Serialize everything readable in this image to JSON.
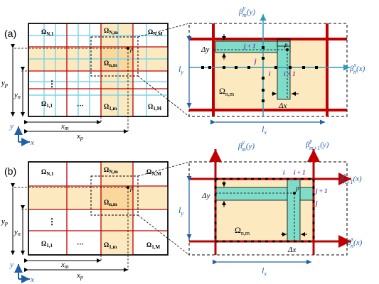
{
  "panel_a": {
    "label": "(a)",
    "cells": {
      "top_left": "Ω",
      "top_left_sub": "N,1",
      "top_mid": "Ω",
      "top_mid_sub": "N,m",
      "top_right": "Ω",
      "top_right_sub": "N,M",
      "center": "Ω",
      "center_sub": "n,m",
      "bot_left": "Ω",
      "bot_left_sub": "1,1",
      "bot_mid": "Ω",
      "bot_mid_sub": "1,m",
      "bot_right": "Ω",
      "bot_right_sub": "1,M",
      "hdots": "···",
      "vdots": "⋮",
      "point": "p"
    },
    "dims": {
      "yp": "y",
      "yp_sub": "p",
      "yn": "y",
      "yn_sub": "n",
      "xm": "x",
      "xm_sub": "m",
      "xp": "x",
      "xp_sub": "p"
    },
    "axes": {
      "y": "y",
      "x": "x"
    },
    "zoom": {
      "beta_m_y": "β",
      "beta_m_y_sub": "m",
      "beta_m_y_sup": "y",
      "beta_m_y_arg": "(y)",
      "beta_n_x": "β",
      "beta_n_x_sub": "n",
      "beta_n_x_sup": "x",
      "beta_n_x_arg": "(x)",
      "ly": "l",
      "ly_sub": "y",
      "lx": "l",
      "lx_sub": "x",
      "dy": "Δy",
      "dx": "Δx",
      "omega": "Ω",
      "omega_sub": "n,m",
      "j1": "j + 1",
      "j": "j",
      "i": "i",
      "i1": "i + 1",
      "p": "p"
    }
  },
  "panel_b": {
    "label": "(b)",
    "cells": {
      "top_left": "Ω",
      "top_left_sub": "N,1",
      "top_mid": "Ω",
      "top_mid_sub": "N,m",
      "top_right": "Ω",
      "top_right_sub": "N,M",
      "center": "Ω",
      "center_sub": "n,m",
      "bot_left": "Ω",
      "bot_left_sub": "1,1",
      "bot_mid": "Ω",
      "bot_mid_sub": "1,m",
      "bot_right": "Ω",
      "bot_right_sub": "1,M",
      "hdots": "···",
      "vdots": "⋮",
      "point": "p"
    },
    "dims": {
      "yp": "y",
      "yp_sub": "p",
      "yn": "y",
      "yn_sub": "n",
      "xm": "x",
      "xm_sub": "m",
      "xp": "x",
      "xp_sub": "p"
    },
    "axes": {
      "y": "y",
      "x": "x"
    },
    "zoom": {
      "beta_m_y": "β",
      "beta_m_y_sub": "m",
      "beta_m_y_sup": "y",
      "beta_m_y_arg": "(y)",
      "beta_m1_y": "β",
      "beta_m1_y_sub": "m+1",
      "beta_m1_y_sup": "y",
      "beta_m1_y_arg": "(y)",
      "beta_n1_x": "β",
      "beta_n1_x_sub": "n+1",
      "beta_n1_x_sup": "x",
      "beta_n1_x_arg": "(x)",
      "beta_n_x": "β",
      "beta_n_x_sub": "n",
      "beta_n_x_sup": "x",
      "beta_n_x_arg": "(x)",
      "ly": "l",
      "ly_sub": "y",
      "lx": "l",
      "lx_sub": "x",
      "dy": "Δy",
      "dx": "Δx",
      "omega": "Ω",
      "omega_sub": "n,m",
      "i": "i",
      "i1": "i + 1",
      "j1": "j + 1",
      "j": "j",
      "p": "p"
    }
  },
  "colors": {
    "red": "#c00000",
    "cyan": "#7fd6e8",
    "teal": "#2a9bb5",
    "blue": "#1f5fa8",
    "cell": "#fde9bf",
    "cell_dark": "#fad79a",
    "green": "#7fdcc8",
    "purple": "#7b2fb5"
  }
}
